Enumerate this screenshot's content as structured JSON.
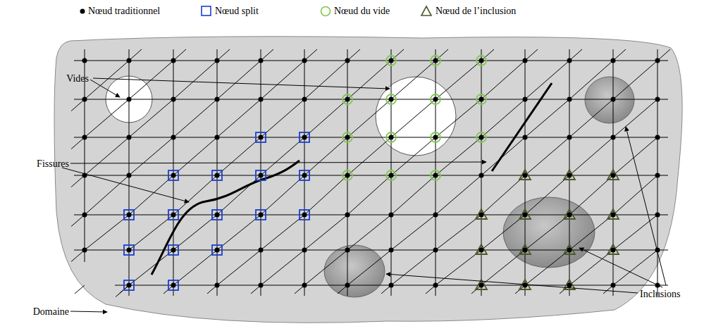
{
  "diagram": {
    "labels": [
      "Vides",
      "Fissures",
      "Domaine",
      "Inclusions"
    ],
    "legend": [
      {
        "text": "Nœud traditionnel"
      },
      {
        "text": "Nœud split"
      },
      {
        "text": "Nœud du vide"
      },
      {
        "text": "Nœud de l’inclusion"
      }
    ]
  }
}
